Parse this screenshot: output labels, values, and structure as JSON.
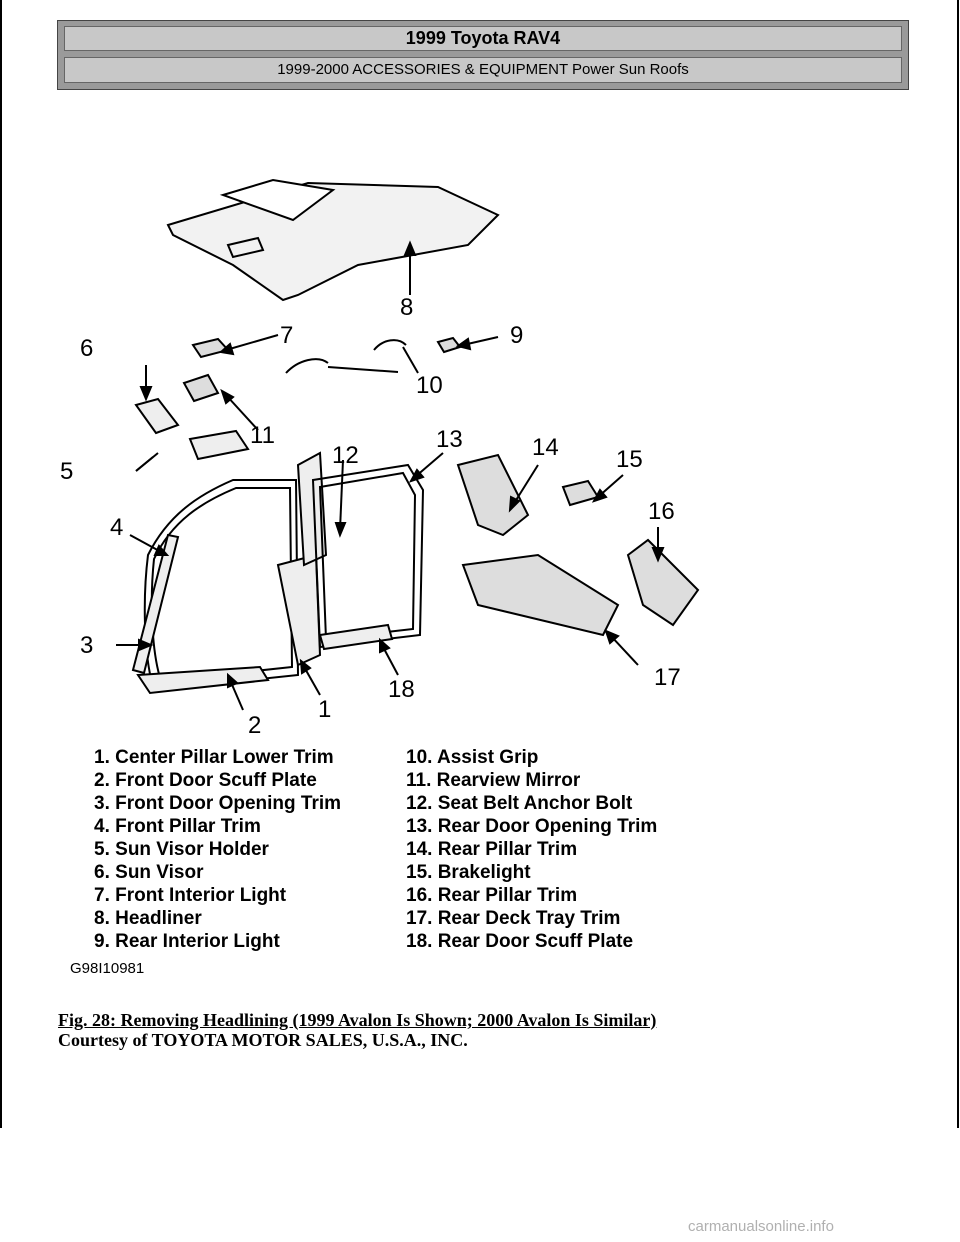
{
  "header": {
    "title": "1999 Toyota RAV4",
    "subtitle": "1999-2000 ACCESSORIES & EQUIPMENT Power Sun Roofs"
  },
  "diagram": {
    "callouts": [
      "1",
      "2",
      "3",
      "4",
      "5",
      "6",
      "7",
      "8",
      "9",
      "10",
      "11",
      "12",
      "13",
      "14",
      "15",
      "16",
      "17",
      "18"
    ],
    "legend_left": [
      {
        "num": "1.",
        "label": "Center Pillar Lower Trim"
      },
      {
        "num": "2.",
        "label": "Front Door Scuff Plate"
      },
      {
        "num": "3.",
        "label": "Front Door Opening Trim"
      },
      {
        "num": "4.",
        "label": "Front Pillar Trim"
      },
      {
        "num": "5.",
        "label": "Sun Visor Holder"
      },
      {
        "num": "6.",
        "label": "Sun Visor"
      },
      {
        "num": "7.",
        "label": "Front Interior Light"
      },
      {
        "num": "8.",
        "label": "Headliner"
      },
      {
        "num": "9.",
        "label": "Rear Interior Light"
      }
    ],
    "legend_right": [
      {
        "num": "10.",
        "label": "Assist Grip"
      },
      {
        "num": "11.",
        "label": "Rearview Mirror"
      },
      {
        "num": "12.",
        "label": "Seat Belt Anchor Bolt"
      },
      {
        "num": "13.",
        "label": "Rear Door Opening Trim"
      },
      {
        "num": "14.",
        "label": "Rear Pillar Trim"
      },
      {
        "num": "15.",
        "label": "Brakelight"
      },
      {
        "num": "16.",
        "label": "Rear Pillar Trim"
      },
      {
        "num": "17.",
        "label": "Rear Deck Tray Trim"
      },
      {
        "num": "18.",
        "label": "Rear Door Scuff Plate"
      }
    ],
    "figure_code": "G98I10981"
  },
  "caption": "Fig. 28: Removing Headlining (1999 Avalon Is Shown; 2000 Avalon Is Similar)",
  "credit": "Courtesy of TOYOTA MOTOR SALES, U.S.A., INC.",
  "watermark": "carmanualsonline.info"
}
